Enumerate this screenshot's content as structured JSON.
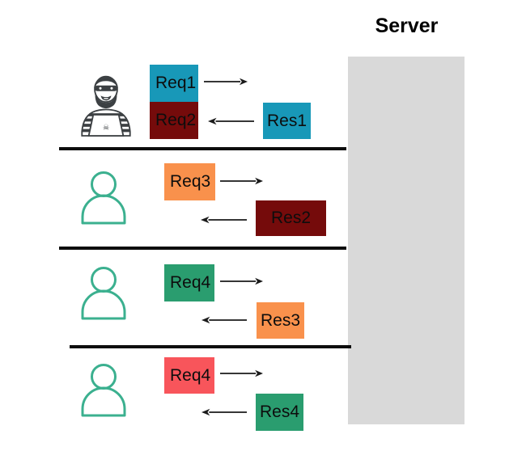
{
  "diagram": {
    "title": "Server",
    "kind": "request-response connection diagram"
  },
  "colors": {
    "teal": "#1898b8",
    "maroon": "#750b0b",
    "orange": "#f9914c",
    "green": "#2a9d6f",
    "red": "#f8555b",
    "server-fill": "#d9d9d9",
    "divider": "#0d0d0d",
    "arrow": "#1a1a1a",
    "person": "#3bb08f",
    "hacker": "#3c4043",
    "text": "#0d0d0d"
  },
  "icons": {
    "attacker": "hacker-laptop-icon",
    "user": "person-icon",
    "arrow_right": "→",
    "arrow_left": "←",
    "skull": "☠"
  },
  "rows": [
    {
      "actor": "attacker",
      "requests": [
        {
          "label": "Req1",
          "color": "teal"
        },
        {
          "label": "Req2",
          "color": "maroon"
        }
      ],
      "responses": [
        {
          "label": "Res1",
          "color": "teal"
        }
      ]
    },
    {
      "actor": "user",
      "requests": [
        {
          "label": "Req3",
          "color": "orange"
        }
      ],
      "responses": [
        {
          "label": "Res2",
          "color": "maroon"
        }
      ]
    },
    {
      "actor": "user",
      "requests": [
        {
          "label": "Req4",
          "color": "green"
        }
      ],
      "responses": [
        {
          "label": "Res3",
          "color": "orange"
        }
      ]
    },
    {
      "actor": "user",
      "requests": [
        {
          "label": "Req4",
          "color": "red"
        }
      ],
      "responses": [
        {
          "label": "Res4",
          "color": "green"
        }
      ]
    }
  ]
}
